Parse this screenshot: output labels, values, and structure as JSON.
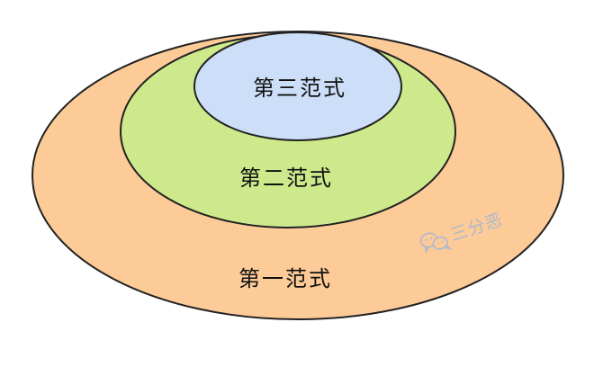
{
  "diagram": {
    "layers": [
      {
        "id": "first",
        "label": "第一范式",
        "fill": "#fdcb98",
        "stroke": "#222222"
      },
      {
        "id": "second",
        "label": "第二范式",
        "fill": "#cde98c",
        "stroke": "#222222"
      },
      {
        "id": "third",
        "label": "第三范式",
        "fill": "#cddff8",
        "stroke": "#222222"
      }
    ],
    "relationship": "nested"
  },
  "watermark": {
    "text": "三分恶",
    "icon": "wechat-icon",
    "color": "#9fb5d8"
  }
}
